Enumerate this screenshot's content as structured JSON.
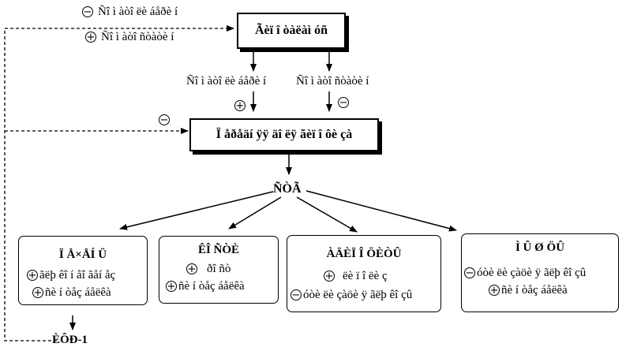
{
  "top_left_labels": {
    "minus_label": "Ñî ì àòî ëè áåðè í",
    "plus_label": "Ñî ì àòî ñòàòè í"
  },
  "hypothalamus": "Ãèï î òàëàì óñ",
  "mid_labels": {
    "left": "Ñî ì àòî ëè áåðè í",
    "right": "Ñî ì àòî ñòàòè í"
  },
  "pituitary": "Ï åðåäí ÿÿ äî ëÿ ãèï î ôè çà",
  "gh": "ÑÒÃ",
  "cards": [
    {
      "title": "Ï Å×ÅÍ Ü",
      "items": [
        {
          "sign": "+",
          "text": "ãëþ êî í åî ãåí åç"
        },
        {
          "sign": "+",
          "text": "ñè í òåç áåëêà"
        }
      ]
    },
    {
      "title": "ÊÎ ÑÒÈ",
      "items": [
        {
          "sign": "+",
          "text": "ðî ñò"
        },
        {
          "sign": "+",
          "text": "ñè í òåç áåëêà"
        }
      ]
    },
    {
      "title": "ÀÄÈÏ Î ÖÈÒÛ",
      "items": [
        {
          "sign": "+",
          "text": "ëè ï î ëè ç"
        },
        {
          "sign": "−",
          "text": "óòè ëè çàöè ÿ ãëþ êî çû"
        }
      ]
    },
    {
      "title": "Ì Û Ø ÖÛ",
      "items": [
        {
          "sign": "−",
          "text": "óòè ëè çàöè ÿ ãëþ êî çû"
        },
        {
          "sign": "+",
          "text": "ñè í òåç áåëêà"
        }
      ]
    }
  ],
  "igf": "ÈÔÐ-1",
  "signs": {
    "plus": "+",
    "minus": "−"
  }
}
